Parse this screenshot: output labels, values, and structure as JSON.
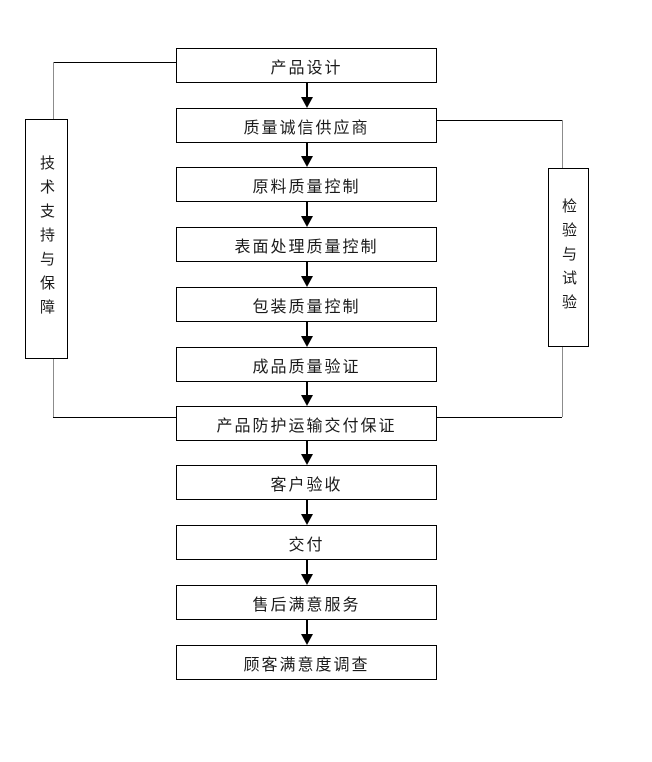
{
  "diagram": {
    "type": "flowchart",
    "steps": [
      "产品设计",
      "质量诚信供应商",
      "原料质量控制",
      "表面处理质量控制",
      "包装质量控制",
      "成品质量验证",
      "产品防护运输交付保证",
      "客户验收",
      "交付",
      "售后满意服务",
      "顾客满意度调查"
    ],
    "side_boxes": {
      "left": "技术支持与保障",
      "right": "检验与试验"
    },
    "colors": {
      "box_border": "#000000",
      "horizontal_line": "#000000",
      "vertical_line": "#8c8c8c",
      "arrow": "#000000",
      "background": "#ffffff",
      "text": "#1a1a1a"
    }
  }
}
